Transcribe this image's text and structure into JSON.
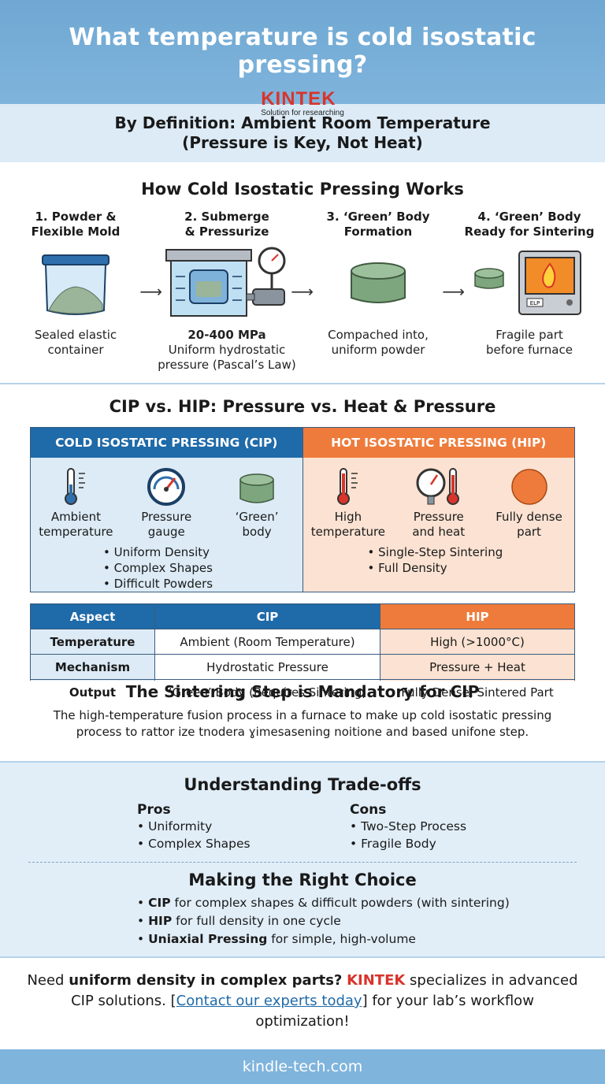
{
  "header": {
    "title": "What temperature is cold isostatic pressing?",
    "brand": "KINTEK",
    "tagline": "Solution for researching"
  },
  "definition": {
    "line1": "By Definition: Ambient Room Temperature",
    "line2": "(Pressure is Key, Not Heat)"
  },
  "how": {
    "title": "How Cold Isostatic Pressing Works",
    "steps": [
      {
        "title1": "1. Powder &",
        "title2": "Flexible Mold",
        "desc1": "Sealed elastic",
        "desc2": "container",
        "desc3": ""
      },
      {
        "title1": "2. Submerge",
        "title2": "& Pressurize",
        "desc1": "20-400 MPa",
        "desc2": "Uniform hydrostatic",
        "desc3": "pressure (Pascal’s Law)"
      },
      {
        "title1": "3. ‘Green’ Body",
        "title2": "Formation",
        "desc1": "Compached into,",
        "desc2": "uniform powder",
        "desc3": ""
      },
      {
        "title1": "4. ‘Green’ Body",
        "title2": "Ready for Sintering",
        "desc1": "Fragile part",
        "desc2": "before furnace",
        "desc3": ""
      }
    ],
    "furnace_display": "ELP"
  },
  "vs": {
    "title": "CIP vs. HIP: Pressure vs. Heat & Pressure",
    "cip": {
      "header": "COLD ISOSTATIC PRESSING (CIP)",
      "icons": [
        {
          "icon": "thermometer-low-icon",
          "l1": "Ambient",
          "l2": "temperature"
        },
        {
          "icon": "pressure-gauge-icon",
          "l1": "Pressure",
          "l2": "gauge"
        },
        {
          "icon": "green-body-icon",
          "l1": "‘Green’",
          "l2": "body"
        }
      ],
      "bullets": [
        "Uniform Density",
        "Complex Shapes",
        "Difficult Powders"
      ]
    },
    "hip": {
      "header": "HOT ISOSTATIC PRESSING (HIP)",
      "icons": [
        {
          "icon": "thermometer-high-icon",
          "l1": "High",
          "l2": "temperature"
        },
        {
          "icon": "gauge-thermometer-icon",
          "l1": "Pressure",
          "l2": "and heat"
        },
        {
          "icon": "dense-part-icon",
          "l1": "Fully dense",
          "l2": "part"
        }
      ],
      "bullets": [
        "Single-Step Sintering",
        "Full Density"
      ]
    }
  },
  "table": {
    "headers": [
      "Aspect",
      "CIP",
      "HIP"
    ],
    "rows": [
      [
        "Temperature",
        "Ambient (Room Temperature)",
        "High (>1000°C)"
      ],
      [
        "Mechanism",
        "Hydrostatic Pressure",
        "Pressure + Heat"
      ],
      [
        "Output",
        "‘Green’ Body (Requires Sintering)",
        "Fully Dense, Sintered Part"
      ]
    ]
  },
  "sinter": {
    "title": "The Sintering Step is Mandatory for CIP",
    "line1": "The high-temperature fusion process in a furnace to make up cold isostatic pressing",
    "line2": "process to rattor ize tnodera ɣimesasening noitione and based unifone step."
  },
  "tradeoffs": {
    "title": "Understanding Trade-offs",
    "pros_title": "Pros",
    "pros": [
      "Uniformity",
      "Complex Shapes"
    ],
    "cons_title": "Cons",
    "cons": [
      "Two-Step Process",
      "Fragile Body"
    ]
  },
  "choice": {
    "title": "Making the Right Choice",
    "items": [
      {
        "bold": "CIP",
        "rest": " for complex shapes & difficult powders (with sintering)"
      },
      {
        "bold": "HIP",
        "rest": " for full density in one cycle"
      },
      {
        "bold": "Uniaxial Pressing",
        "rest": " for simple, high-volume"
      }
    ]
  },
  "cta": {
    "p1": "Need ",
    "bold": "uniform density in complex parts?",
    "brand": "KINTEK",
    "p2": " specializes in advanced CIP solutions. [",
    "link": "Contact our experts today",
    "p3": "] for your lab’s workflow optimization!"
  },
  "footer": {
    "url": "kindle-tech.com"
  },
  "colors": {
    "cip_blue": "#1f6aa8",
    "hip_orange": "#ee7b3b",
    "brand_red": "#d9342b",
    "light_blue": "#dcebf6"
  }
}
